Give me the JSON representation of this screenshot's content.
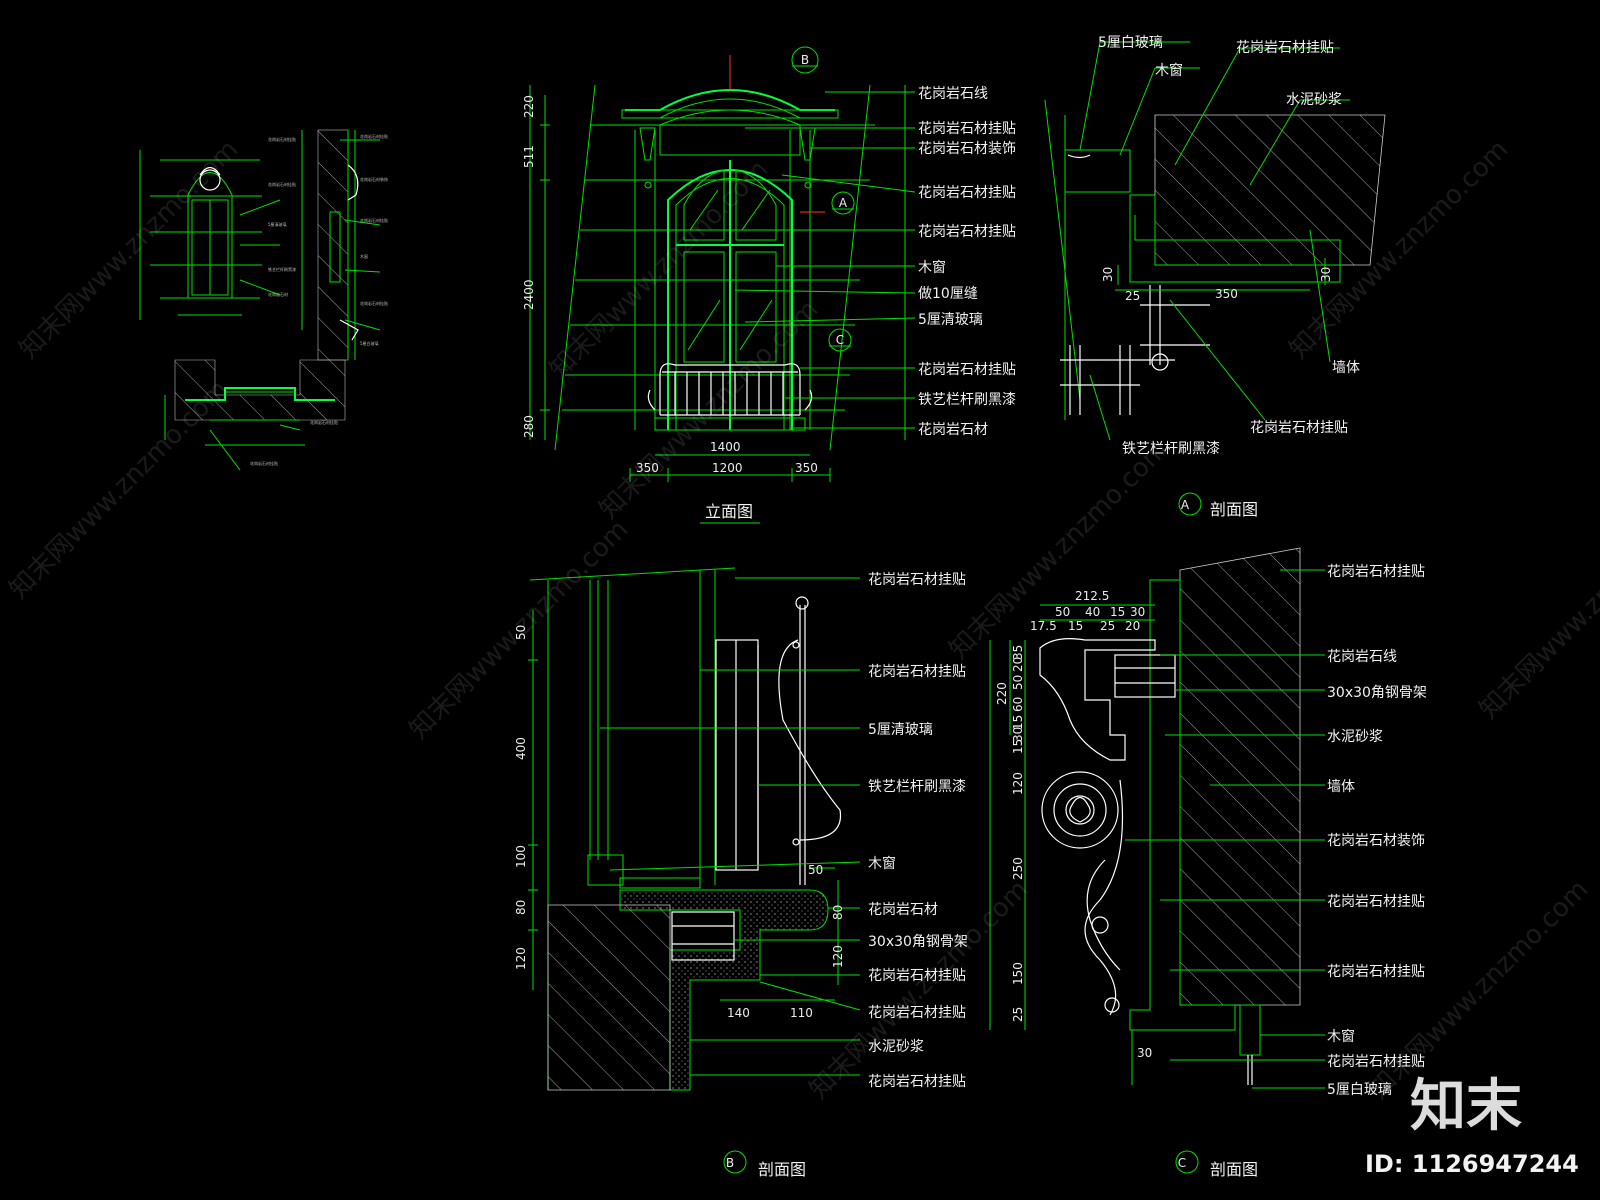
{
  "elevation": {
    "title": "立面图",
    "marker_top": "B",
    "marker_a": "A",
    "marker_c": "C",
    "labels": [
      "花岗岩石线",
      "花岗岩石材挂贴",
      "花岗岩石材装饰",
      "花岗岩石材挂贴",
      "花岗岩石材挂贴",
      "木窗",
      "做10厘缝",
      "5厘清玻璃",
      "花岗岩石材挂贴",
      "铁艺栏杆刷黑漆",
      "花岗岩石材"
    ],
    "dims_left": [
      "220",
      "511",
      "2400",
      "280"
    ],
    "dims_bottom_total": "1400",
    "dims_bottom": [
      "350",
      "1200",
      "350"
    ]
  },
  "section_a": {
    "marker": "A",
    "title": "剖面图",
    "labels": [
      "5厘白玻璃",
      "木窗",
      "花岗岩石材挂贴",
      "水泥砂浆",
      "墙体",
      "花岗岩石材挂贴",
      "铁艺栏杆刷黑漆"
    ],
    "dims": [
      "30",
      "25",
      "350",
      "30"
    ]
  },
  "section_b": {
    "marker": "B",
    "title": "剖面图",
    "labels": [
      "花岗岩石材挂贴",
      "花岗岩石材挂贴",
      "5厘清玻璃",
      "铁艺栏杆刷黑漆",
      "木窗",
      "花岗岩石材",
      "30x30角钢骨架",
      "花岗岩石材挂贴",
      "花岗岩石材挂贴",
      "水泥砂浆",
      "花岗岩石材挂贴"
    ],
    "dims_left": [
      "50",
      "400",
      "100",
      "80",
      "120"
    ],
    "dims_right": [
      "50",
      "80",
      "120"
    ],
    "dims_bottom": [
      "140",
      "110"
    ]
  },
  "section_c": {
    "marker": "C",
    "title": "剖面图",
    "labels": [
      "花岗岩石材挂贴",
      "花岗岩石线",
      "30x30角钢骨架",
      "水泥砂浆",
      "墙体",
      "花岗岩石材装饰",
      "花岗岩石材挂贴",
      "花岗岩石材挂贴",
      "木窗",
      "花岗岩石材挂贴",
      "5厘白玻璃"
    ],
    "dims_top_total": "212.5",
    "dims_top_row1": [
      "50",
      "40",
      "15",
      "30"
    ],
    "dims_top_row2": [
      "17.5",
      "15",
      "25",
      "20"
    ],
    "dims_left": [
      "35",
      "20",
      "50",
      "220",
      "60",
      "15",
      "30",
      "15",
      "120",
      "250",
      "150",
      "25"
    ],
    "dims_bottom": "30"
  },
  "watermark": {
    "text": "知末网www.znzmo.com",
    "logo": "知末",
    "id": "ID: 1126947244"
  }
}
